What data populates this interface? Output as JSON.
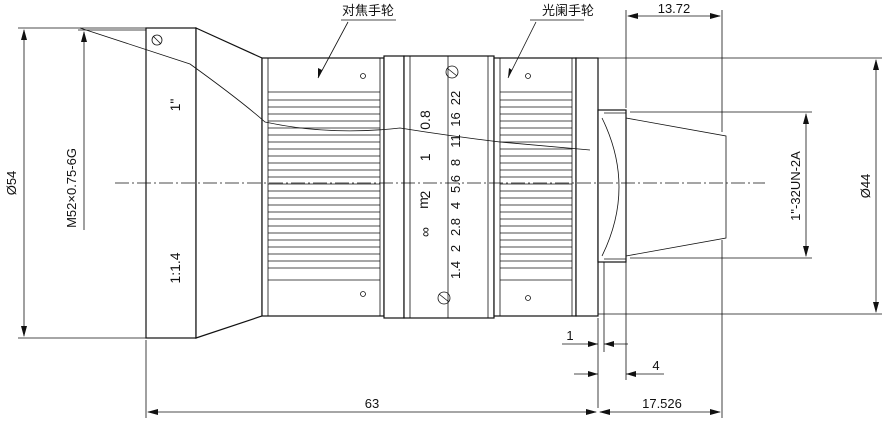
{
  "labels": {
    "focus_ring": "对焦手轮",
    "iris_ring": "光阑手轮",
    "format": "1\"",
    "aperture_ratio": "1:1.4",
    "focus_mark_unit": "m"
  },
  "dimensions": {
    "dia_54": "Ø54",
    "filter_thread": "M52×0.75-6G",
    "dia_44": "Ø44",
    "mount_thread": "1\"-32UN-2A",
    "length_63": "63",
    "flange_17526": "17.526",
    "top_1372": "13.72",
    "gap_1": "1",
    "gap_4": "4"
  },
  "focus_scale": [
    "∞",
    "2",
    "1",
    "0.8"
  ],
  "iris_scale": [
    "1.4",
    "2",
    "2.8",
    "4",
    "5.6",
    "8",
    "11",
    "16",
    "22"
  ],
  "colors": {
    "line": "#111111",
    "background": "#ffffff"
  }
}
